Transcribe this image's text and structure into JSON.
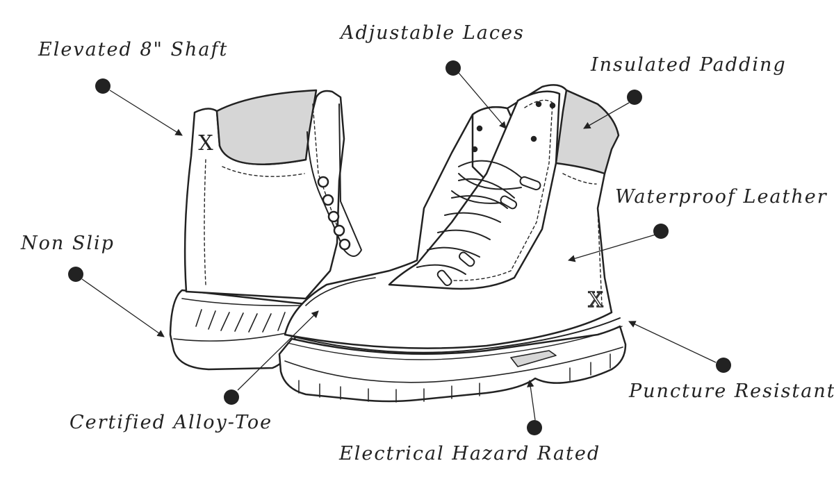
{
  "callouts": [
    {
      "id": "shaft",
      "label": "Elevated 8\" Shaft"
    },
    {
      "id": "laces",
      "label": "Adjustable Laces"
    },
    {
      "id": "padding",
      "label": "Insulated Padding"
    },
    {
      "id": "leather",
      "label": "Waterproof Leather"
    },
    {
      "id": "nonslip",
      "label": "Non Slip"
    },
    {
      "id": "puncture",
      "label": "Puncture Resistant"
    },
    {
      "id": "alloytoe",
      "label": "Certified Alloy-Toe"
    },
    {
      "id": "hazard",
      "label": "Electrical Hazard Rated"
    }
  ],
  "logo": {
    "mark": "X"
  },
  "colors": {
    "ink": "#222222",
    "padding_fill": "#d6d6d6",
    "paper": "#ffffff"
  }
}
